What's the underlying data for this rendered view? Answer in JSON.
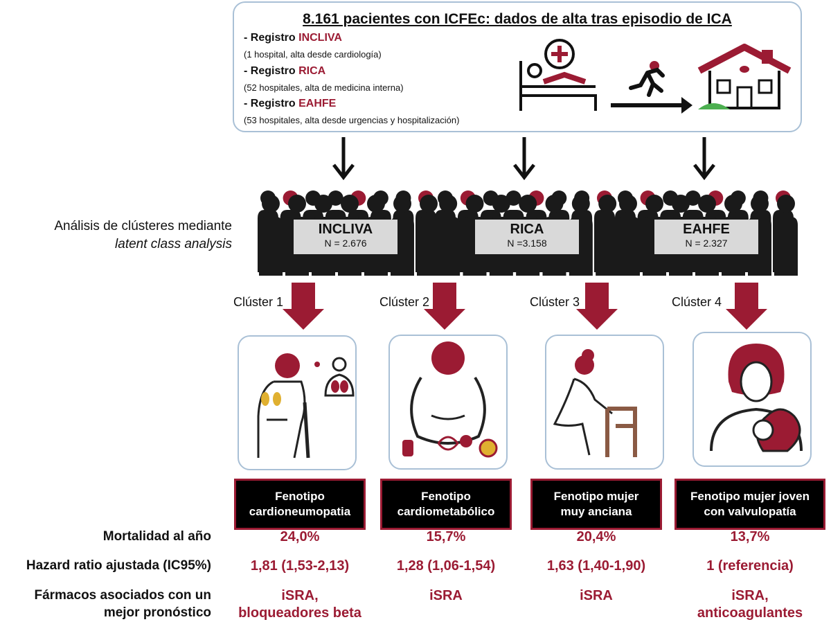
{
  "header": {
    "title": "8.161 pacientes con ICFEc: dados de alta tras episodio de ICA",
    "registries": [
      {
        "prefix": "- Registro ",
        "name": "INCLIVA",
        "note": "(1 hospital, alta desde cardiología)"
      },
      {
        "prefix": "- Registro ",
        "name": "RICA",
        "note": "(52 hospitales, alta de medicina interna)"
      },
      {
        "prefix": "- Registro ",
        "name": "EAHFE",
        "note": "(53 hospitales, alta desde urgencias y hospitalización)"
      }
    ]
  },
  "analysis": {
    "line1": "Análisis de clústeres mediante",
    "line2": "latent class analysis"
  },
  "groups": [
    {
      "name": "INCLIVA",
      "n": "N = 2.676"
    },
    {
      "name": "RICA",
      "n": "N =3.158"
    },
    {
      "name": "EAHFE",
      "n": "N = 2.327"
    }
  ],
  "clusters": [
    {
      "label": "Clúster 1",
      "phenotype_l1": "Fenotipo",
      "phenotype_l2": "cardioneumopatia",
      "mortality": "24,0%",
      "hr": "1,81 (1,53-2,13)",
      "drugs_l1": "iSRA,",
      "drugs_l2": "bloqueadores beta",
      "icon": "elderly-man-lungs-icon"
    },
    {
      "label": "Clúster 2",
      "phenotype_l1": "Fenotipo",
      "phenotype_l2": "cardiometabólico",
      "mortality": "15,7%",
      "hr": "1,28 (1,06-1,54)",
      "drugs_l1": "iSRA",
      "drugs_l2": "",
      "icon": "obese-person-icon"
    },
    {
      "label": "Clúster 3",
      "phenotype_l1": "Fenotipo mujer",
      "phenotype_l2": "muy anciana",
      "mortality": "20,4%",
      "hr": "1,63 (1,40-1,90)",
      "drugs_l1": "iSRA",
      "drugs_l2": "",
      "icon": "elderly-woman-walker-icon"
    },
    {
      "label": "Clúster 4",
      "phenotype_l1": "Fenotipo mujer joven",
      "phenotype_l2": "con valvulopatía",
      "mortality": "13,7%",
      "hr": "1 (referencia)",
      "drugs_l1": "iSRA,",
      "drugs_l2": "anticoagulantes",
      "icon": "young-woman-heart-icon"
    }
  ],
  "rows": {
    "mortality": "Mortalidad al año",
    "hr": "Hazard ratio ajustada (IC95%)",
    "drugs_l1": "Fármacos asociados con un",
    "drugs_l2": "mejor pronóstico"
  },
  "colors": {
    "accent": "#9b1b33",
    "frame": "#a9c0d6",
    "crowd": "#1a1a1a"
  }
}
